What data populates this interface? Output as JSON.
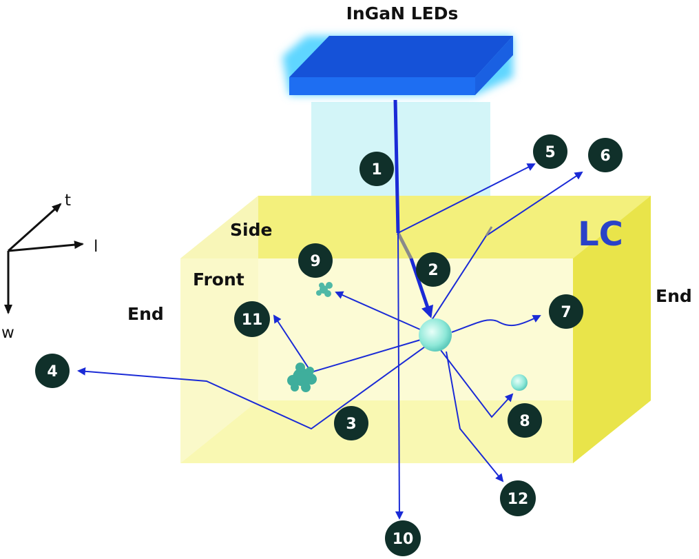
{
  "title": "InGaN LEDs",
  "box_label": "LC",
  "face_labels": {
    "side": "Side",
    "front": "Front",
    "end_left": "End",
    "end_right": "End"
  },
  "axes": {
    "t": "t",
    "l": "l",
    "w": "w"
  },
  "markers": [
    "1",
    "2",
    "3",
    "4",
    "5",
    "6",
    "7",
    "8",
    "9",
    "10",
    "11",
    "12"
  ],
  "colors": {
    "led": "#1a5ee6",
    "ray": "#1a2ad6",
    "box": "#f4f06a",
    "marker": "#10302a",
    "lc_text": "#2a42c8"
  }
}
